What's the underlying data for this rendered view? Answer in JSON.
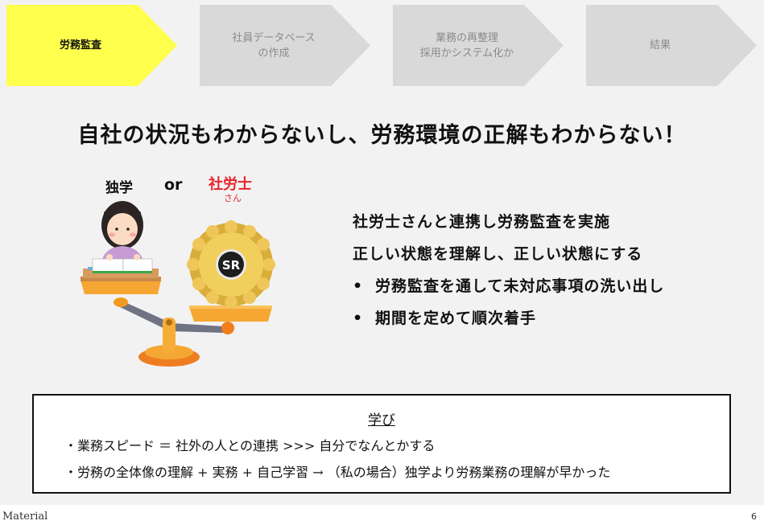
{
  "steps": [
    {
      "label": "労務監査",
      "state": "active"
    },
    {
      "label": "社員データベース\nの作成",
      "state": "inactive"
    },
    {
      "label": "業務の再整理\n採用かシステム化か",
      "state": "inactive"
    },
    {
      "label": "結果",
      "state": "inactive"
    }
  ],
  "headline": "自社の状況もわからないし、労務環境の正解もわからない！",
  "illustration": {
    "left_label": "独学",
    "or_label": "or",
    "right_label": "社労士",
    "right_sub": "さん",
    "badge_text": "SR",
    "accent_red": "#e8252b"
  },
  "points": {
    "line1": "社労士さんと連携し労務監査を実施",
    "line2": "正しい状態を理解し、正しい状態にする",
    "bullet_char": "•",
    "bullets": [
      "労務監査を通して未対応事項の洗い出し",
      "期間を定めて順次着手"
    ]
  },
  "learning": {
    "title": "学び",
    "items": [
      "・業務スピード ＝ 社外の人との連携 >>> 自分でなんとかする",
      "・労務の全体像の理解 + 実務 + 自己学習 → （私の場合）独学より労務業務の理解が早かった"
    ]
  },
  "footer": {
    "brand": "Material",
    "page_number": "6"
  },
  "colors": {
    "active_step": "#ffff4d",
    "inactive_step": "#d9d9d9",
    "slide_bg": "#f2f2f2"
  }
}
